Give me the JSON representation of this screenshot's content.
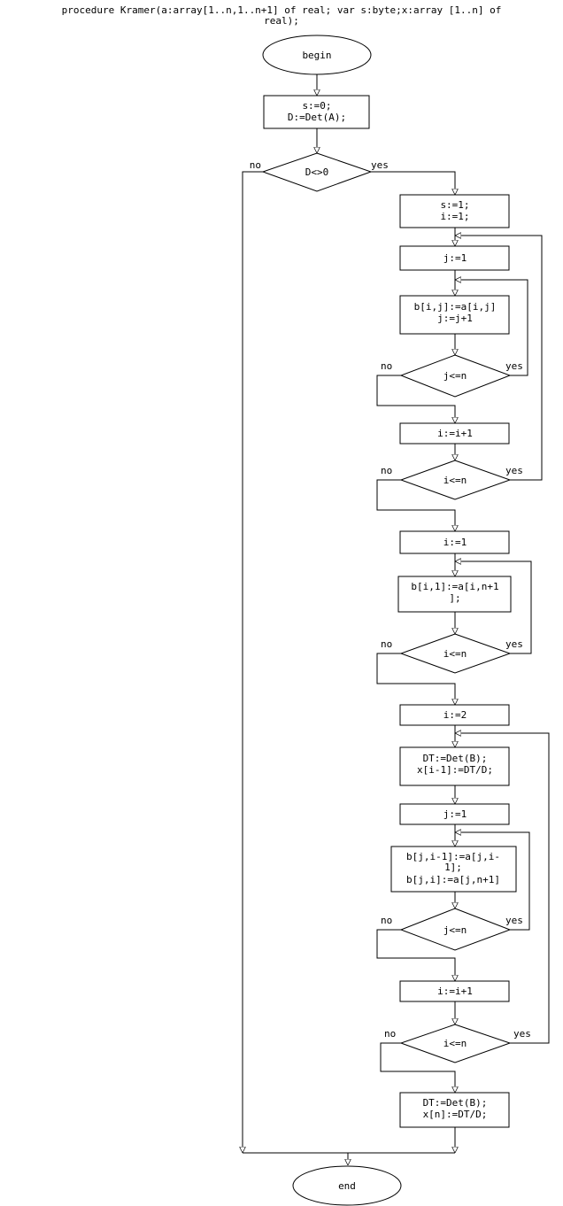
{
  "title_lines": [
    "procedure Kramer(a:array[1..n,1..n+1] of real; var s:byte;x:array [1..n] of",
    "real);"
  ],
  "nodes": {
    "begin": [
      "begin"
    ],
    "init": [
      "s:=0;",
      "D:=Det(A);"
    ],
    "cond_d": [
      "D<>0"
    ],
    "set_s_i": [
      "s:=1;",
      "i:=1;"
    ],
    "j_init_1": [
      "j:=1"
    ],
    "b_assign_1": [
      "b[i,j]:=a[i,j]",
      "j:=j+1"
    ],
    "cond_j_1": [
      "j<=n"
    ],
    "i_inc_1": [
      "i:=i+1"
    ],
    "cond_i_1": [
      "i<=n"
    ],
    "i_init_2": [
      "i:=1"
    ],
    "b_assign_2": [
      "b[i,1]:=a[i,n+1",
      "];"
    ],
    "cond_i_2": [
      "i<=n"
    ],
    "i_init_3": [
      "i:=2"
    ],
    "det_loop": [
      "DT:=Det(B);",
      "x[i-1]:=DT/D;"
    ],
    "j_init_2": [
      "j:=1"
    ],
    "b_assign_3": [
      "b[j,i-1]:=a[j,i-",
      "1];",
      "b[j,i]:=a[j,n+1]"
    ],
    "cond_j_2": [
      "j<=n"
    ],
    "i_inc_2": [
      "i:=i+1"
    ],
    "cond_i_3": [
      "i<=n"
    ],
    "det_final": [
      "DT:=Det(B);",
      "x[n]:=DT/D;"
    ],
    "end": [
      "end"
    ]
  },
  "labels": {
    "no": "no",
    "yes": "yes"
  }
}
